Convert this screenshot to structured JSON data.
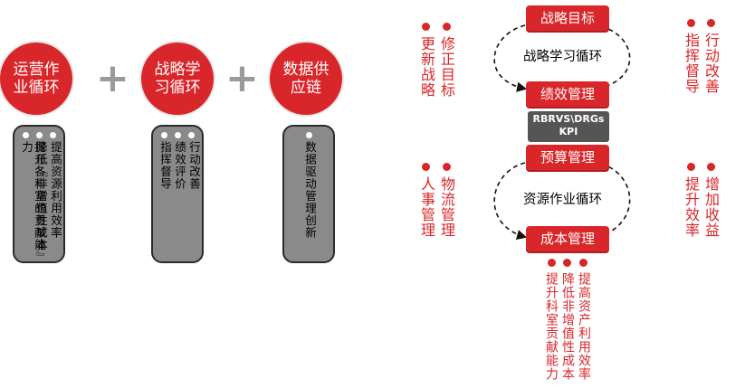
{
  "left": {
    "circles": [
      {
        "label": "运营作业循环"
      },
      {
        "label": "战略学习循环"
      },
      {
        "label": "数据供应链"
      }
    ],
    "plus": "+",
    "capsules": [
      {
        "cols": [
          "提高资源利用效率",
          "降低『非增值性成本』",
          "提升各科室的贡献能力"
        ]
      },
      {
        "cols": [
          "行动改善",
          "绩效评价",
          "指挥督导"
        ]
      },
      {
        "cols": [
          "数据驱动管理创新"
        ]
      }
    ]
  },
  "right": {
    "boxes": {
      "strategy_goal": "战略目标",
      "performance": "绩效管理",
      "budget": "预算管理",
      "cost": "成本管理"
    },
    "kpi_box": {
      "line1": "RBRVS\\DRGs",
      "line2": "KPI"
    },
    "loops": {
      "strategy": "战略学习循环",
      "resource": "资源作业循环"
    },
    "side_labels": {
      "top_left": [
        "修正目标",
        "更新战略"
      ],
      "top_right": [
        "行动改善",
        "指挥督导"
      ],
      "mid_left": [
        "物流管理",
        "人事管理"
      ],
      "mid_right": [
        "增加收益",
        "提升效率"
      ],
      "bottom": [
        "提高资产利用效率",
        "降低非增值性成本",
        "提升科室贡献能力"
      ]
    }
  },
  "colors": {
    "accent": "#d9262a",
    "capsule": "#8a8a8a",
    "kpi": "#555555",
    "plus": "#9a9a9a"
  }
}
